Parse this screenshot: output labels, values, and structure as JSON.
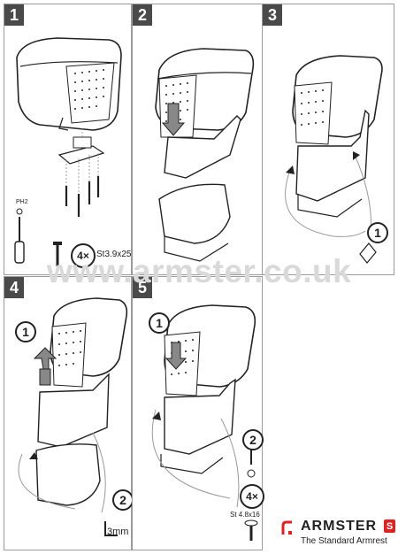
{
  "panels": [
    {
      "number": "1"
    },
    {
      "number": "2"
    },
    {
      "number": "3"
    },
    {
      "number": "4"
    },
    {
      "number": "5"
    }
  ],
  "watermark": "www.armster.co.uk",
  "step1": {
    "tool_label": "PH2",
    "screw_qty": "4×",
    "screw_spec": "St3.9x25"
  },
  "step3": {
    "substep": "1"
  },
  "step4": {
    "substep1": "1",
    "substep2": "2",
    "hex_size": "3mm"
  },
  "step5": {
    "substep1": "1",
    "substep2": "2",
    "screw_qty": "4×",
    "screw_spec": "St 4.8x16"
  },
  "brand": {
    "name": "ARMSTER",
    "badge": "S",
    "tagline": "The Standard Armrest",
    "accent": "#dd2222"
  }
}
